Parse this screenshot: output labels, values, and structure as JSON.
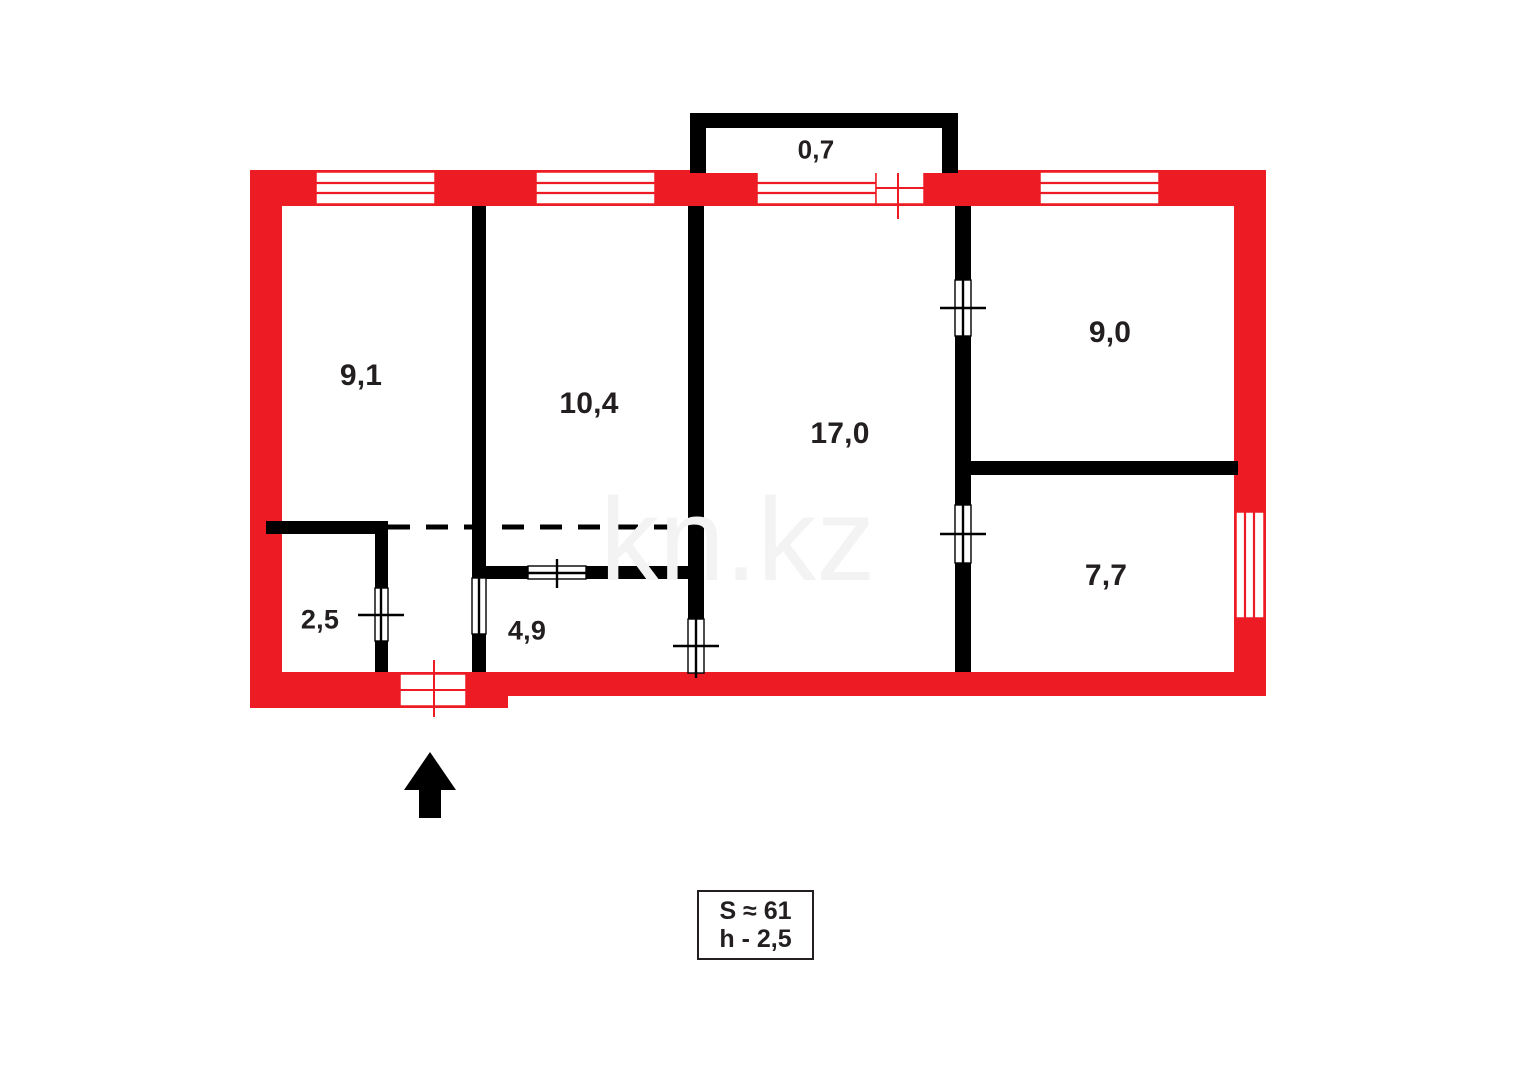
{
  "plan": {
    "type": "apartment-floor-plan",
    "colors": {
      "exterior_wall": "#ED1C24",
      "interior_wall": "#000000",
      "text": "#231f20",
      "background": "#ffffff",
      "door_swing_mark": "#000000",
      "entrance_mark": "#ED1C24",
      "watermark": "#f2f2f2"
    },
    "rooms": [
      {
        "name": "room-9-1",
        "area_label": "9,1"
      },
      {
        "name": "room-10-4",
        "area_label": "10,4"
      },
      {
        "name": "room-17-0",
        "area_label": "17,0"
      },
      {
        "name": "room-9-0",
        "area_label": "9,0"
      },
      {
        "name": "room-7-7",
        "area_label": "7,7"
      },
      {
        "name": "room-2-5",
        "area_label": "2,5"
      },
      {
        "name": "room-4-9",
        "area_label": "4,9"
      },
      {
        "name": "balcony-0-7",
        "area_label": "0,7"
      }
    ],
    "summary": {
      "total_area": "S ≈ 61",
      "ceiling_height": "h - 2,5"
    },
    "watermark_text": "kn.kz",
    "entrance_arrow": "entrance-direction-arrow"
  }
}
